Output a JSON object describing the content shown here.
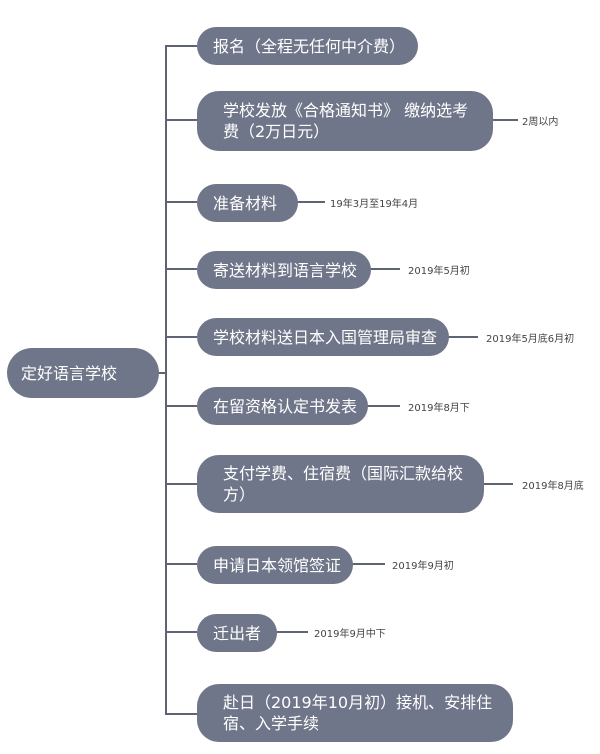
{
  "root": {
    "label": "定好语言学校"
  },
  "steps": [
    {
      "label": "报名（全程无任何中介费）",
      "note": ""
    },
    {
      "label": "学校发放《合格通知书》 缴纳选考费（2万日元）",
      "note": "2周以内"
    },
    {
      "label": "准备材料",
      "note": "19年3月至19年4月"
    },
    {
      "label": "寄送材料到语言学校",
      "note": "2019年5月初"
    },
    {
      "label": "学校材料送日本入国管理局审查",
      "note": "2019年5月底6月初"
    },
    {
      "label": "在留资格认定书发表",
      "note": "2019年8月下"
    },
    {
      "label": "支付学费、住宿费（国际汇款给校方）",
      "note": "2019年8月底"
    },
    {
      "label": "申请日本领馆签证",
      "note": "2019年9月初"
    },
    {
      "label": "迁出者",
      "note": "2019年9月中下"
    },
    {
      "label": "赴日（2019年10月初）接机、安排住宿、入学手续",
      "note": ""
    }
  ],
  "colors": {
    "node": "#70768a",
    "line": "#5f6475",
    "note_text": "#444444"
  }
}
